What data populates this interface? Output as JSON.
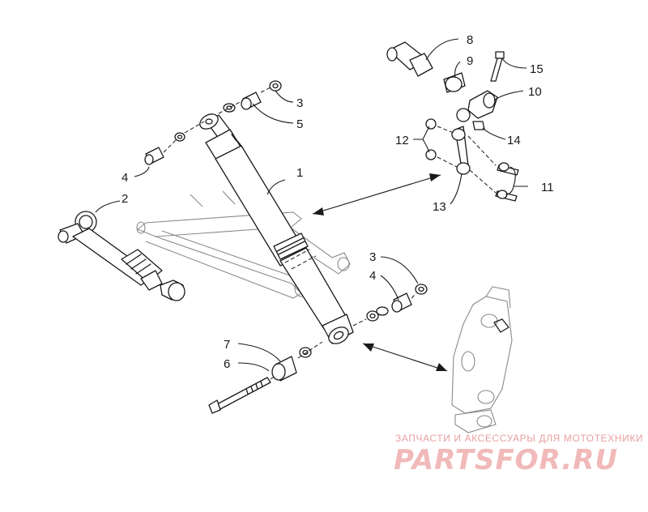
{
  "diagram": {
    "callouts": [
      {
        "id": "c1",
        "label": "1"
      },
      {
        "id": "c2",
        "label": "2"
      },
      {
        "id": "c3a",
        "label": "3"
      },
      {
        "id": "c3b",
        "label": "3"
      },
      {
        "id": "c4a",
        "label": "4"
      },
      {
        "id": "c4b",
        "label": "4"
      },
      {
        "id": "c5",
        "label": "5"
      },
      {
        "id": "c6",
        "label": "6"
      },
      {
        "id": "c7",
        "label": "7"
      },
      {
        "id": "c8",
        "label": "8"
      },
      {
        "id": "c9",
        "label": "9"
      },
      {
        "id": "c10",
        "label": "10"
      },
      {
        "id": "c11",
        "label": "11"
      },
      {
        "id": "c12",
        "label": "12"
      },
      {
        "id": "c13",
        "label": "13"
      },
      {
        "id": "c14",
        "label": "14"
      },
      {
        "id": "c15",
        "label": "15"
      }
    ]
  },
  "watermark": {
    "tagline": "ЗАПЧАСТИ И АКСЕССУАРЫ ДЛЯ МОТОТЕХНИКИ",
    "logo": "PARTSFOR.RU"
  }
}
